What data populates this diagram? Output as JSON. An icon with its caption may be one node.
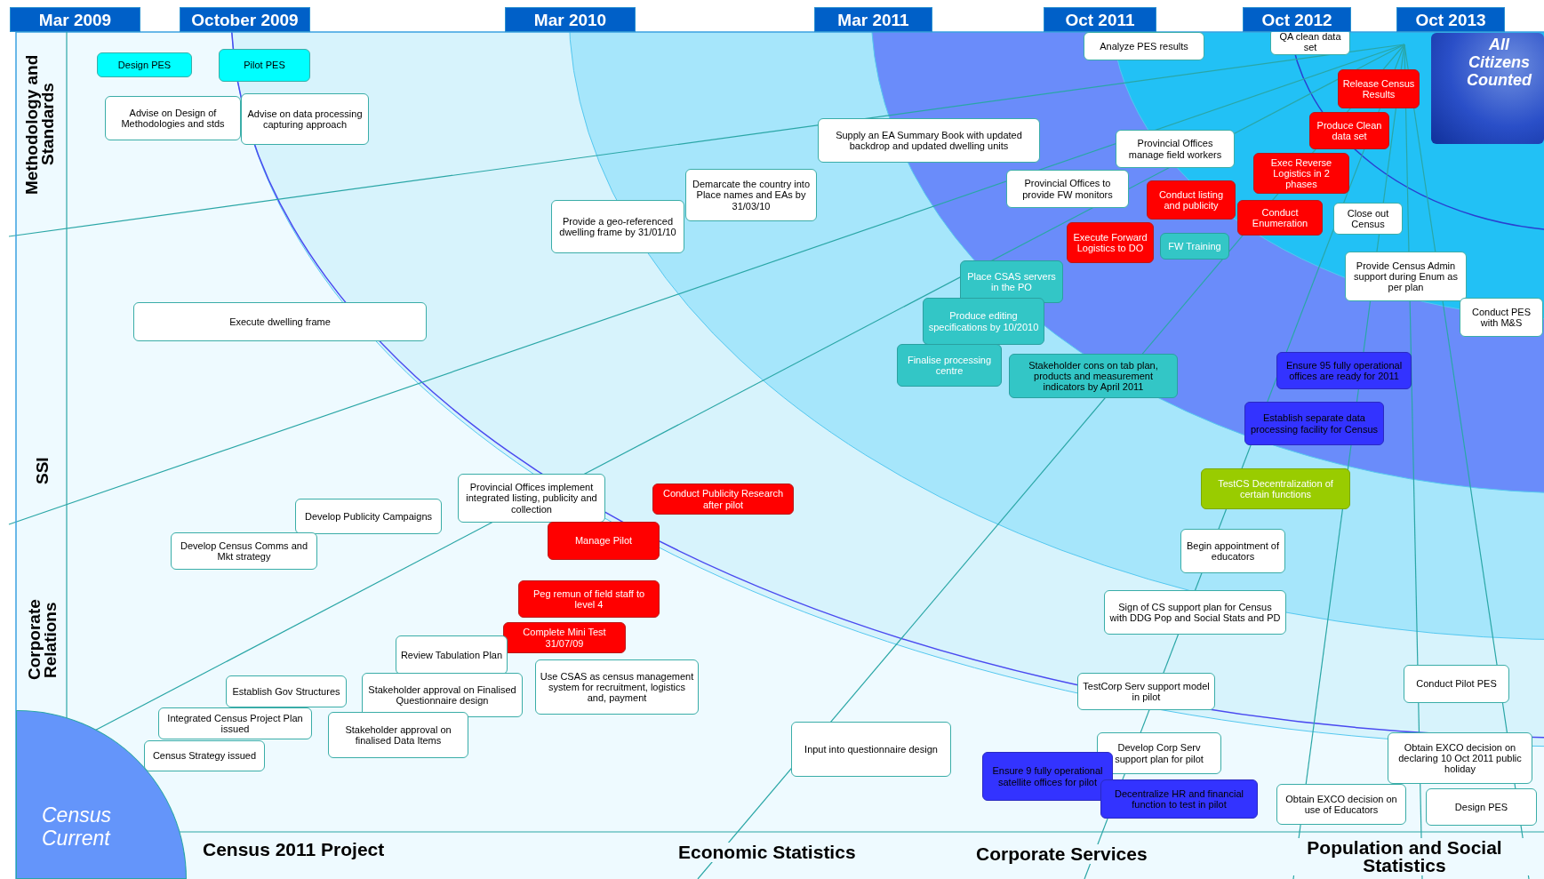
{
  "diagram": {
    "nodes": [
      {
        "text": [
          "Design PES"
        ]
      },
      {
        "text": [
          "Pilot PES"
        ]
      },
      {
        "text": [
          "Advise on Design of Methodologies and stds"
        ]
      },
      {
        "text": [
          "Advise on data processing capturing approach"
        ]
      },
      {
        "text": [
          "Execute dwelling frame"
        ]
      },
      {
        "text": [
          "Provide a geo-referenced dwelling frame by 31/01/10"
        ]
      },
      {
        "text": [
          "Demarcate the country into Place names and EAs by 31/03/10"
        ]
      },
      {
        "text": [
          "Supply an EA Summary Book with updated backdrop and updated dwelling units"
        ]
      },
      {
        "text": [
          "Provincial Offices manage field workers"
        ]
      },
      {
        "text": [
          "Provincial Offices to provide FW monitors"
        ]
      },
      {
        "text": [
          "Analyze PES results"
        ]
      },
      {
        "text": [
          "QA clean data set"
        ]
      },
      {
        "text": [
          "Release Census Results"
        ]
      },
      {
        "text": [
          "Produce Clean data set"
        ]
      },
      {
        "text": [
          "Conduct listing and publicity"
        ]
      },
      {
        "text": [
          "Execute Forward Logistics to DO"
        ]
      },
      {
        "text": [
          "FW Training"
        ]
      },
      {
        "text": [
          "Exec Reverse Logistics in 2 phases"
        ]
      },
      {
        "text": [
          "Conduct Enumeration"
        ]
      },
      {
        "text": [
          "Close out Census"
        ]
      },
      {
        "text": [
          "Place CSAS servers in the PO"
        ]
      },
      {
        "text": [
          "Produce editing specifications by 10/2010"
        ]
      },
      {
        "text": [
          "Finalise processing centre"
        ]
      },
      {
        "text": [
          "Stakeholder cons on tab plan, products and measurement indicators by April 2011"
        ]
      },
      {
        "text": [
          "Provide Census Admin support during Enum as per plan"
        ]
      },
      {
        "text": [
          "Conduct PES with M&S"
        ]
      },
      {
        "text": [
          "Ensure 95 fully operational offices are ready for 2011"
        ]
      },
      {
        "text": [
          "Establish separate data processing facility for Census"
        ]
      },
      {
        "text": [
          "TestCS Decentralization of certain functions"
        ]
      },
      {
        "text": [
          "Provincial Offices implement integrated listing, publicity and collection"
        ]
      },
      {
        "text": [
          "Conduct Publicity Research after pilot"
        ]
      },
      {
        "text": [
          "Develop Publicity Campaigns"
        ]
      },
      {
        "text": [
          "Develop Census Comms and Mkt strategy"
        ]
      },
      {
        "text": [
          "Manage Pilot"
        ]
      },
      {
        "text": [
          "Begin appointment of educators"
        ]
      },
      {
        "text": [
          "Peg remun of field staff to level 4"
        ]
      },
      {
        "text": [
          "Sign of CS support plan for Census with DDG Pop and Social Stats and PD"
        ]
      },
      {
        "text": [
          "Complete Mini Test 31/07/09"
        ]
      },
      {
        "text": [
          "Review Tabulation Plan"
        ]
      },
      {
        "text": [
          "Use CSAS as census management system for recruitment, logistics and, payment"
        ]
      },
      {
        "text": [
          "Establish Gov Structures"
        ]
      },
      {
        "text": [
          "Stakeholder approval on Finalised Questionnaire design"
        ]
      },
      {
        "text": [
          "TestCorp Serv support model in pilot"
        ]
      },
      {
        "text": [
          "Conduct Pilot PES"
        ]
      },
      {
        "text": [
          "Integrated Census Project Plan issued"
        ]
      },
      {
        "text": [
          "Stakeholder approval on finalised Data Items"
        ]
      },
      {
        "text": [
          "Census Strategy issued"
        ]
      },
      {
        "text": [
          "Input into questionnaire design"
        ]
      },
      {
        "text": [
          "Develop Corp Serv support plan for pilot"
        ]
      },
      {
        "text": [
          "Ensure 9 fully operational satellite offices for pilot"
        ]
      },
      {
        "text": [
          "Decentralize HR and financial function to test in pilot"
        ]
      },
      {
        "text": [
          "Obtain EXCO decision on declaring 10 Oct 2011 public holiday"
        ]
      },
      {
        "text": [
          "Obtain EXCO decision on use of Educators"
        ]
      },
      {
        "text": [
          "Design PES"
        ]
      },
      {
        "text": [
          "All Citizens Counted"
        ]
      },
      {
        "text": [
          "Census Current"
        ]
      }
    ],
    "labels": [
      "Mar 2009",
      "October 2009",
      "Mar 2010",
      "Mar 2011",
      "Oct 2011",
      "Oct 2012",
      "Oct 2013",
      "Methodology and Standards",
      "SSI",
      "Corporate Relations",
      "Census 2011 Project",
      "Economic Statistics",
      "Corporate Services",
      "Population and Social Statistics"
    ]
  }
}
